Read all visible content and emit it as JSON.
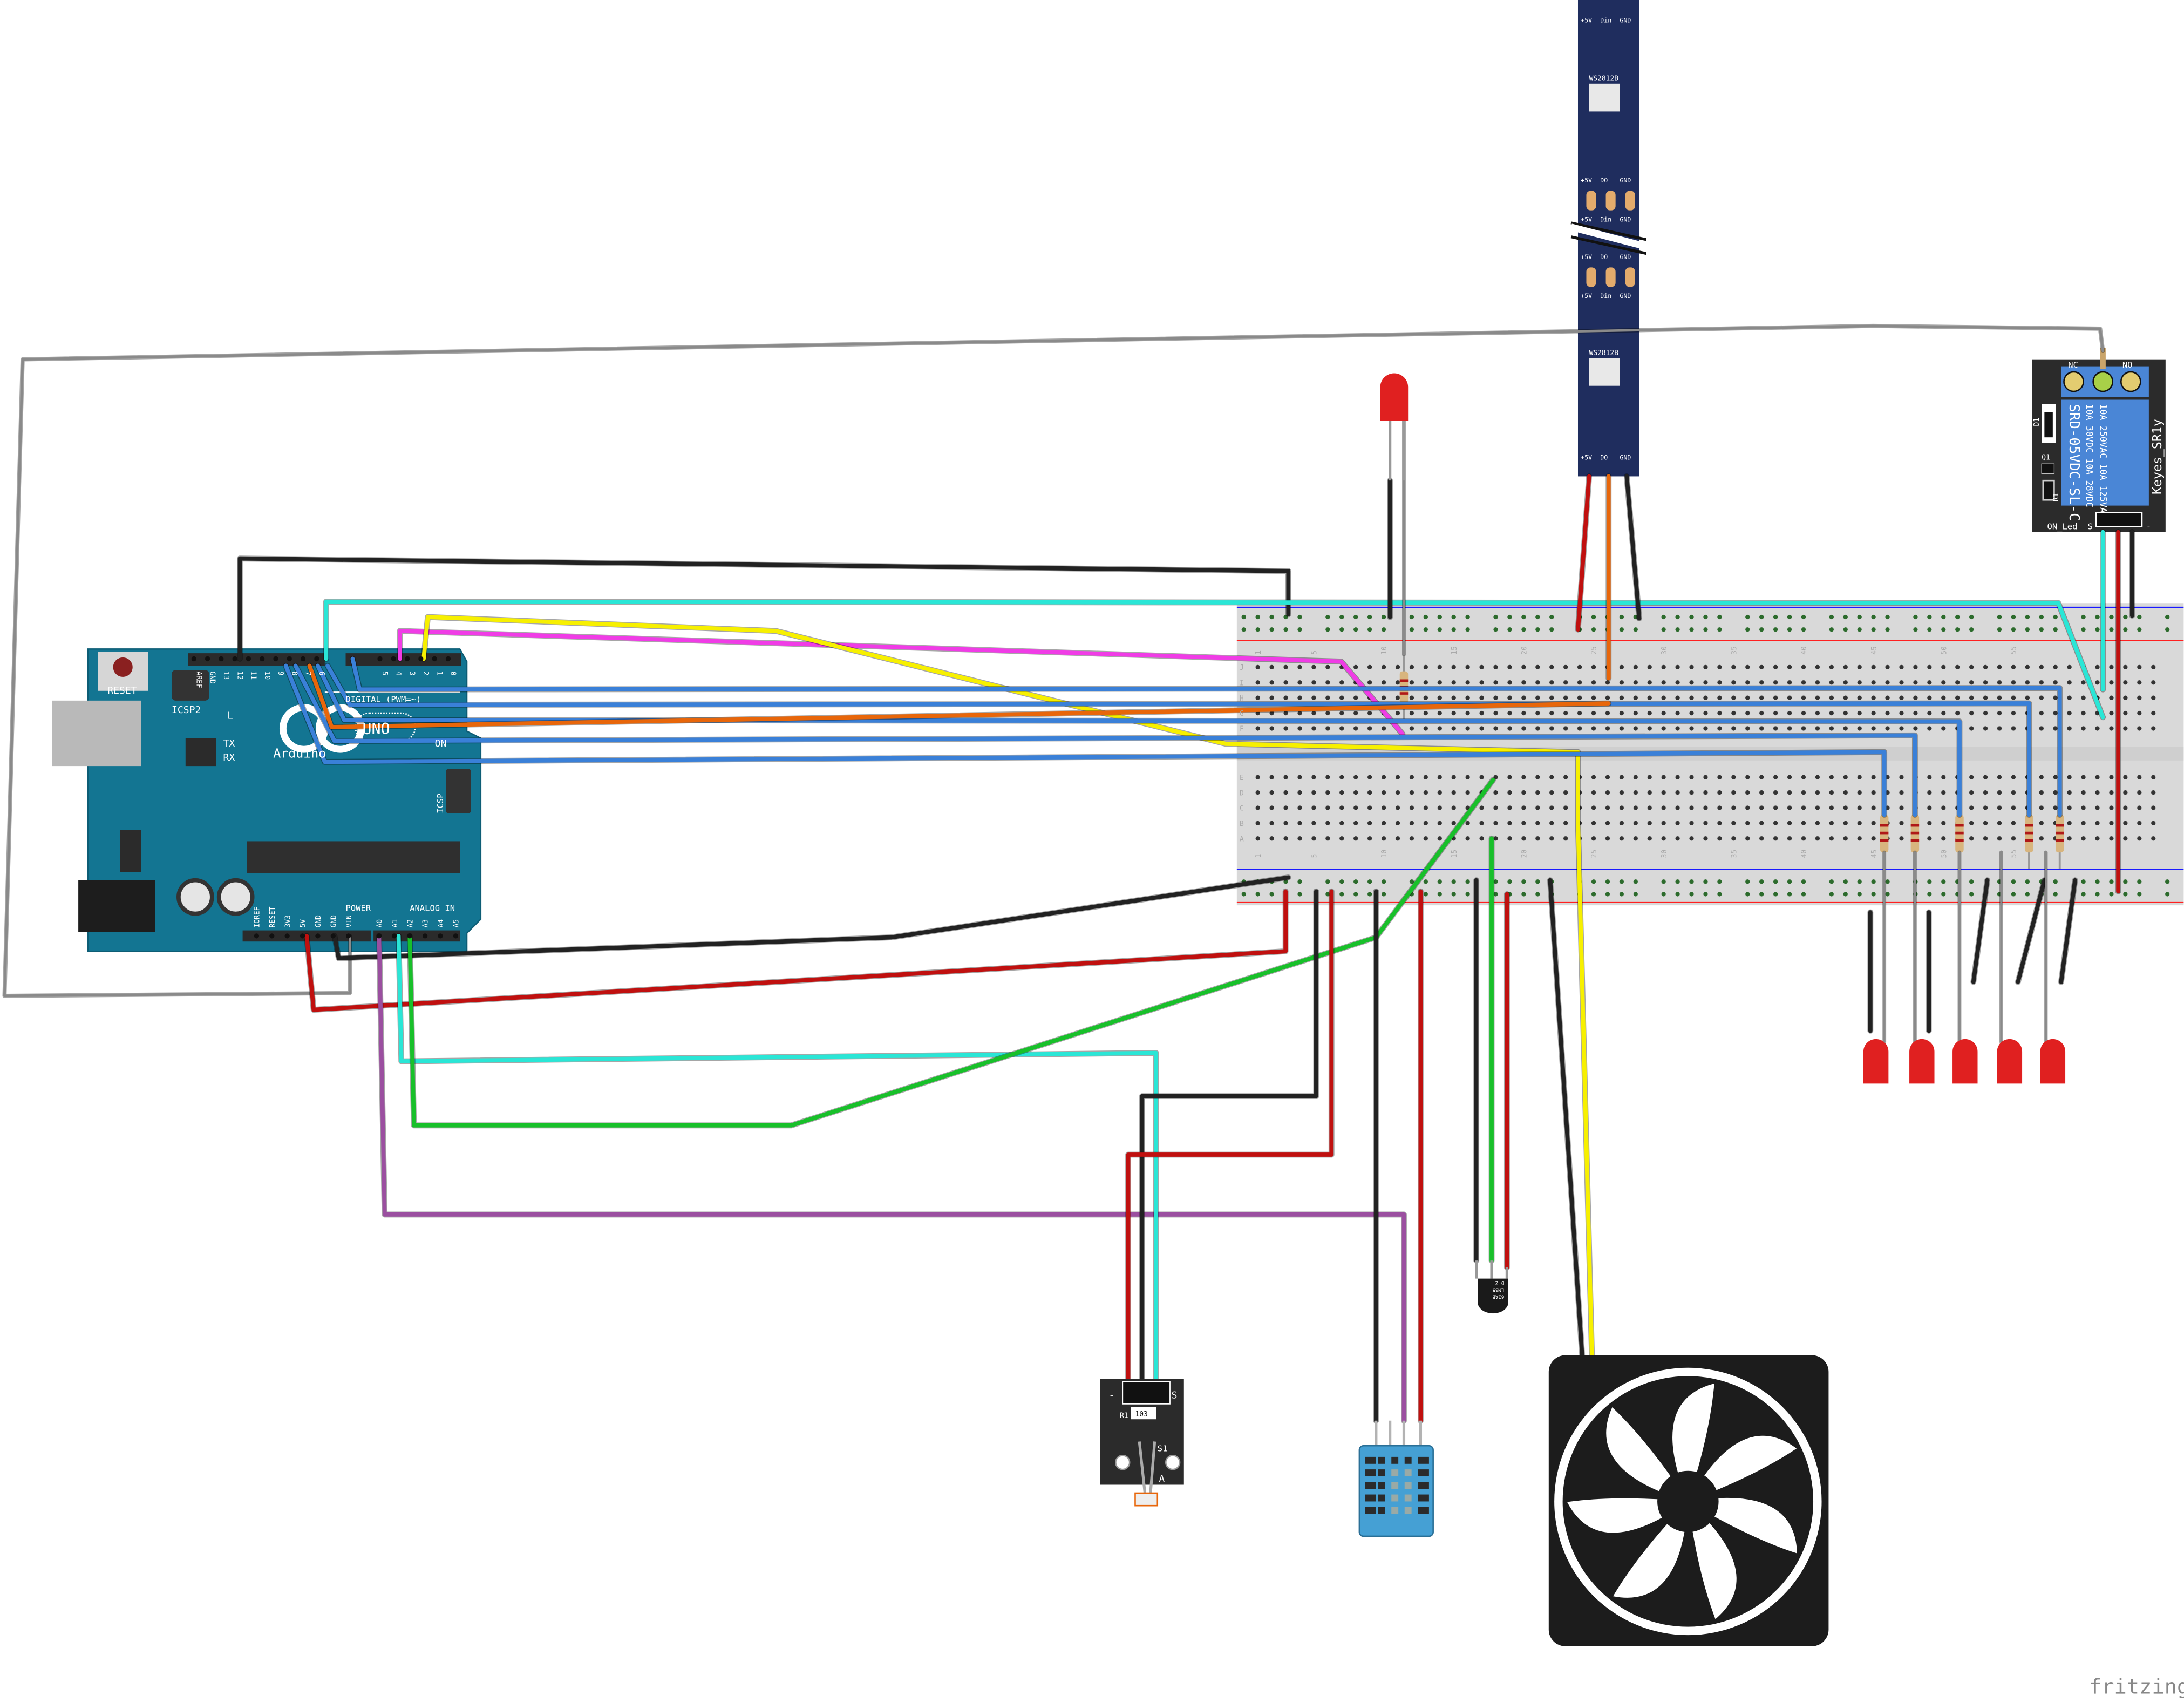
{
  "arduino": {
    "reset_label": "RESET",
    "icsp2_label": "ICSP2",
    "icsp_label": "ICSP",
    "brand": "Arduino",
    "model": "UNO",
    "digital_label": "DIGITAL (PWM=~)",
    "power_label": "POWER",
    "analog_label": "ANALOG IN",
    "led_l": "L",
    "led_tx": "TX",
    "led_rx": "RX",
    "led_on": "ON",
    "top_pins": [
      "AREF",
      "GND",
      "13",
      "12",
      "11",
      "10",
      "9",
      "8",
      "7",
      "6",
      "5",
      "4",
      "3",
      "2",
      "1",
      "0"
    ],
    "bottom_pins": [
      "IOREF",
      "RESET",
      "3V3",
      "5V",
      "GND",
      "GND",
      "VIN",
      "A0",
      "A1",
      "A2",
      "A3",
      "A4",
      "A5"
    ]
  },
  "led_strip": {
    "chip_label": "WS2812B",
    "pads_in": [
      "+5V",
      "Din",
      "GND"
    ],
    "pads_out": [
      "+5V",
      "DO",
      "GND"
    ]
  },
  "relay": {
    "name": "Keyes_SR1y",
    "nc": "NC",
    "no": "NO",
    "model": "SRD-05VDC-SL-C",
    "rating1": "10A 250VAC 10A 125VAC",
    "rating2": "10A 30VDC 10A 28VDC",
    "d1": "D1",
    "q1": "Q1",
    "r1": "R1",
    "on_led": "ON_Led",
    "s": "S",
    "minus": "-"
  },
  "light_sensor": {
    "minus": "-",
    "s": "S",
    "r1": "R1",
    "res_code": "103",
    "s1": "S1",
    "a": "A"
  },
  "lm35": {
    "line1": "62AB",
    "line2": "LM35",
    "line3": "D Z"
  },
  "breadboard": {
    "col_numbers": [
      "1",
      "5",
      "10",
      "15",
      "20",
      "25",
      "30",
      "35",
      "40",
      "45",
      "50",
      "55"
    ],
    "rows_top": [
      "J",
      "I",
      "H",
      "G",
      "F"
    ],
    "rows_bottom": [
      "E",
      "D",
      "C",
      "B",
      "A"
    ]
  },
  "watermark": "fritzing",
  "colors": {
    "arduino_board": "#137592",
    "strip_pcb": "#1f2d5e",
    "relay_blue": "#4a86d6",
    "dht_blue": "#45a0d4",
    "breadboard": "#d9d9d9",
    "wire_black": "#222222",
    "wire_red": "#c0100f",
    "wire_cyan": "#2ae6d6",
    "wire_blue": "#3a80d8",
    "wire_yellow": "#f7f000",
    "wire_magenta": "#f03ce6",
    "wire_orange": "#e8660a",
    "wire_green": "#18c02a",
    "wire_purple": "#9b4fa0",
    "wire_gray": "#8a8a8a"
  }
}
